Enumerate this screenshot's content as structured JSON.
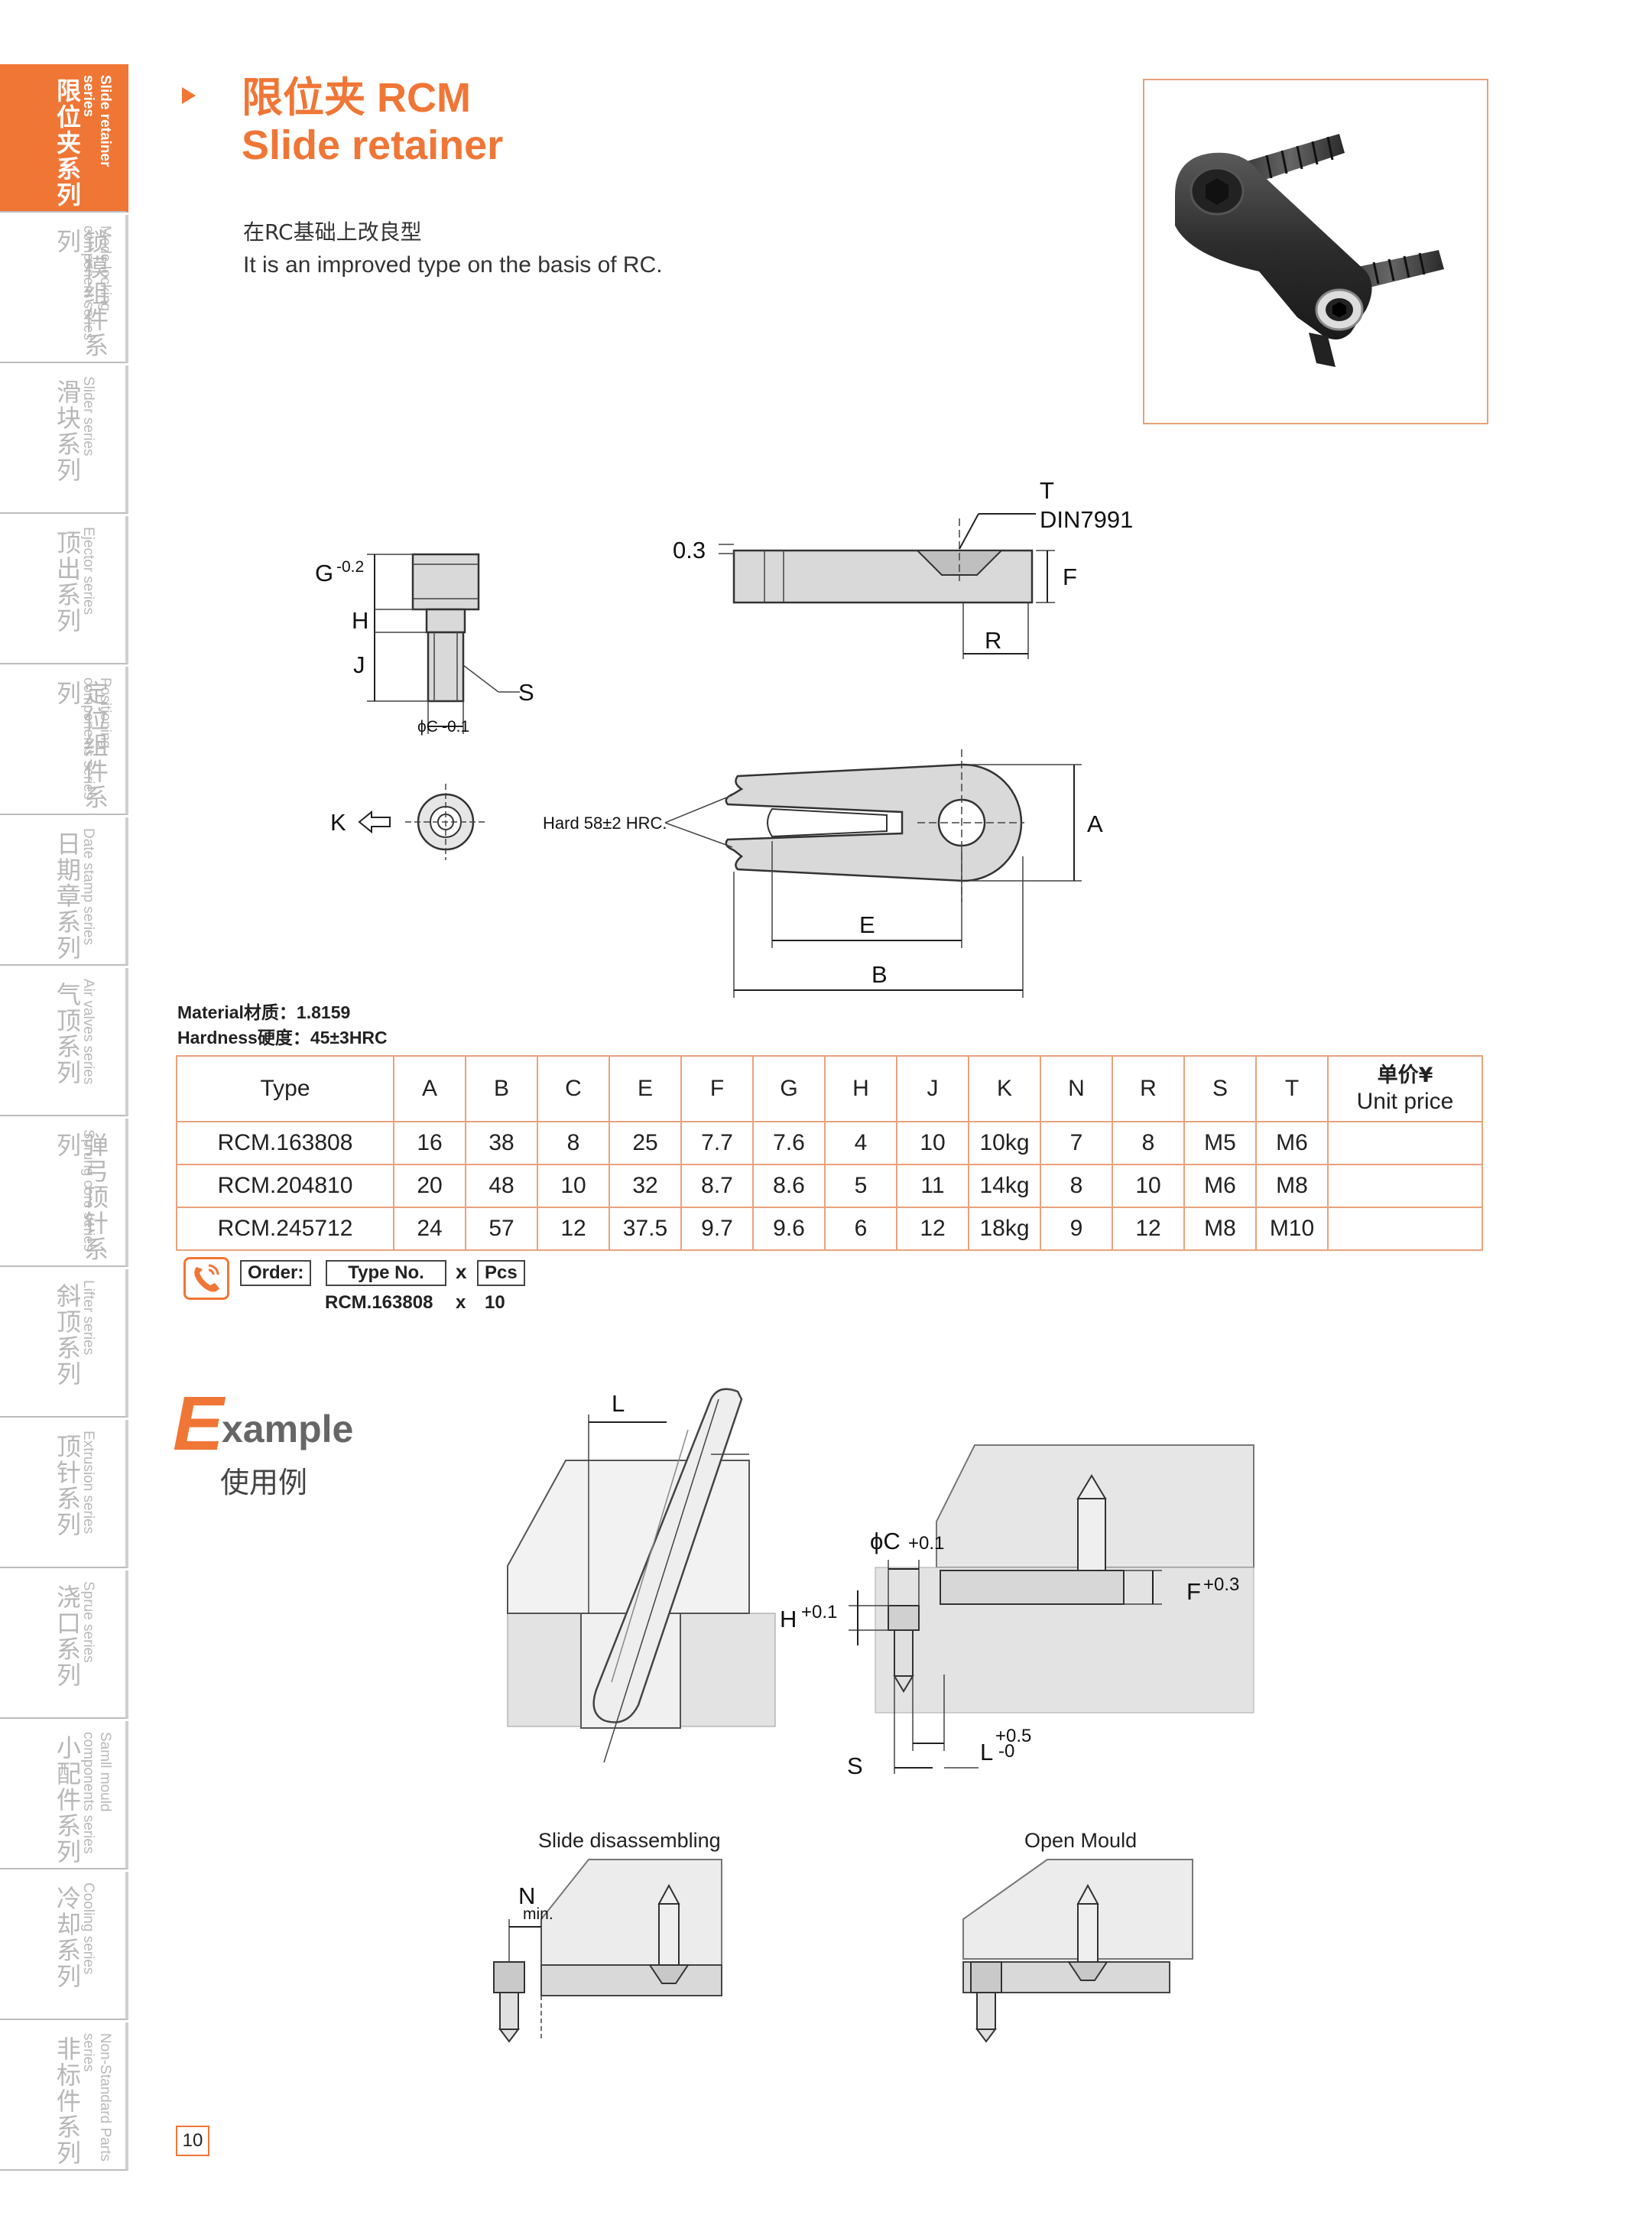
{
  "sidebar": [
    {
      "cn": "限位夹系列",
      "en": "Slide retainer series",
      "active": true
    },
    {
      "cn": "锁模组件系列",
      "en": "Mode locking component series"
    },
    {
      "cn": "滑块系列",
      "en": "Slider series"
    },
    {
      "cn": "顶出系列",
      "en": "Ejector series"
    },
    {
      "cn": "定位组件系列",
      "en": "Positioning components series"
    },
    {
      "cn": "日期章系列",
      "en": "Date stamp series"
    },
    {
      "cn": "气顶系列",
      "en": "Air valves series"
    },
    {
      "cn": "弹弓顶针系列",
      "en": "Sprung core series"
    },
    {
      "cn": "斜顶系列",
      "en": "Lifter series"
    },
    {
      "cn": "顶针系列",
      "en": "Extrusion series"
    },
    {
      "cn": "浇口系列",
      "en": "Sprue series"
    },
    {
      "cn": "小配件系列",
      "en": "Samll mould components series"
    },
    {
      "cn": "冷却系列",
      "en": "Cooling series"
    },
    {
      "cn": "非标件系列",
      "en": "Non-Standard Parts series"
    }
  ],
  "header": {
    "title_cn": "限位夹 RCM",
    "title_en": "Slide retainer",
    "desc_cn": "在RC基础上改良型",
    "desc_en": "It is an improved type on the basis of RC."
  },
  "drawing": {
    "T": "T",
    "din": "DIN7991",
    "gap": "0.3",
    "F": "F",
    "R": "R",
    "G": "G",
    "G_tol": "-0.2",
    "H": "H",
    "J": "J",
    "S": "S",
    "C": "ϕC",
    "C_tol": "-0.1",
    "K": "K",
    "hard": "Hard 58±2 HRC.",
    "A": "A",
    "E": "E",
    "B": "B"
  },
  "material": {
    "material": "Material材质：1.8159",
    "hardness": "Hardness硬度：45±3HRC"
  },
  "table": {
    "headers": [
      "Type",
      "A",
      "B",
      "C",
      "E",
      "F",
      "G",
      "H",
      "J",
      "K",
      "N",
      "R",
      "S",
      "T"
    ],
    "price_cn": "单价¥",
    "price_en": "Unit price",
    "rows": [
      [
        "RCM.163808",
        "16",
        "38",
        "8",
        "25",
        "7.7",
        "7.6",
        "4",
        "10",
        "10kg",
        "7",
        "8",
        "M5",
        "M6",
        ""
      ],
      [
        "RCM.204810",
        "20",
        "48",
        "10",
        "32",
        "8.7",
        "8.6",
        "5",
        "11",
        "14kg",
        "8",
        "10",
        "M6",
        "M8",
        ""
      ],
      [
        "RCM.245712",
        "24",
        "57",
        "12",
        "37.5",
        "9.7",
        "9.6",
        "6",
        "12",
        "18kg",
        "9",
        "12",
        "M8",
        "M10",
        ""
      ]
    ]
  },
  "order": {
    "label": "Order:",
    "type_label": "Type No.",
    "x": "x",
    "pcs": "Pcs",
    "example_type": "RCM.163808",
    "example_x": "x",
    "example_qty": "10"
  },
  "example": {
    "E": "E",
    "rest": "xample",
    "cn": "使用例",
    "L": "L",
    "C": "ϕC",
    "C_tol": "+0.1",
    "F": "F",
    "F_tol": "+0.3",
    "H": "H",
    "H_tol": "+0.1",
    "S": "S",
    "L2": "L",
    "L2_tol_up": "+0.5",
    "L2_tol_dn": "-0",
    "N": "N",
    "N_min": "min.",
    "caption_slide": "Slide disassembling",
    "caption_open": "Open Mould"
  },
  "page": {
    "number": "10"
  }
}
